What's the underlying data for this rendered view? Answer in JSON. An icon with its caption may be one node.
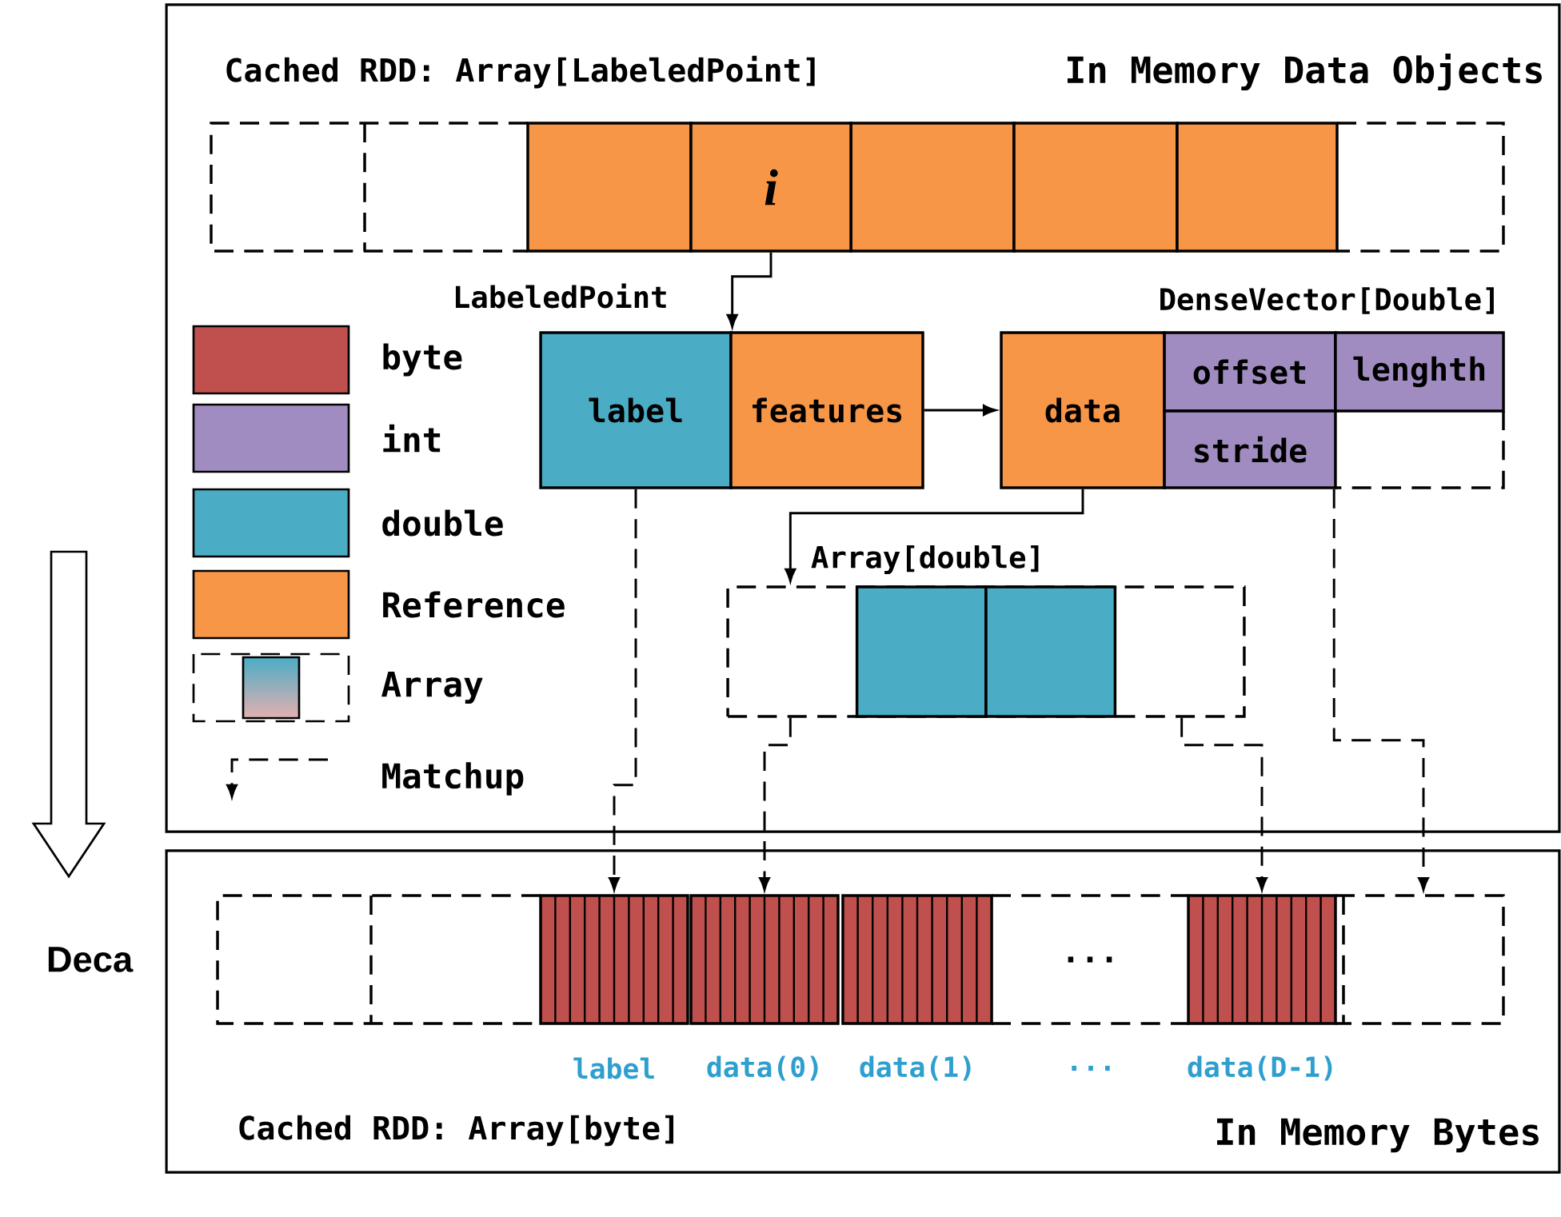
{
  "diagram": {
    "nodes": [
      {
        "text": [
          "Cached RDD: Array[LabeledPoint]",
          "In Memory Data Objects"
        ]
      },
      {
        "text": [
          "i"
        ],
        "in": 0
      },
      {
        "text": [
          "label"
        ],
        "in": 0
      },
      {
        "text": [
          "features"
        ],
        "in": 0
      },
      {
        "text": [
          "data"
        ],
        "in": 0
      },
      {
        "text": [
          "offset"
        ],
        "in": 0
      },
      {
        "text": [
          "lenghth"
        ],
        "in": 0
      },
      {
        "text": [
          "stride"
        ],
        "in": 0
      },
      {
        "text": [],
        "shape": "box",
        "in": 0
      },
      {
        "text": [
          "Array[double]"
        ],
        "in": 0
      },
      {
        "text": [
          "Cached RDD: Array[byte]",
          "In Memory Bytes"
        ]
      },
      {
        "text": [],
        "shape": "box",
        "in": 10,
        "beside": [
          "label"
        ]
      },
      {
        "text": [],
        "shape": "box",
        "in": 10,
        "beside": [
          "data(0)"
        ]
      },
      {
        "text": [],
        "shape": "box",
        "in": 10,
        "beside": [
          "data(1)"
        ]
      },
      {
        "text": [
          "..."
        ],
        "in": 10
      },
      {
        "text": [],
        "shape": "box",
        "in": 10,
        "beside": [
          "data(D-1)"
        ]
      },
      {
        "text": [],
        "shape": "box",
        "in": 10
      }
    ],
    "edges": [
      {
        "from": 1,
        "to": 2,
        "arrow": "to"
      },
      {
        "from": 3,
        "to": 4,
        "arrow": "to"
      },
      {
        "from": 4,
        "to": 9,
        "arrow": "to"
      },
      {
        "from": 2,
        "to": 11,
        "arrow": "to",
        "style": "dashed"
      },
      {
        "from": 9,
        "to": 12,
        "arrow": "to",
        "style": "dashed"
      },
      {
        "from": 9,
        "to": 15,
        "arrow": "to",
        "style": "dashed"
      },
      {
        "from": 8,
        "to": 16,
        "arrow": "to",
        "style": "dashed"
      }
    ],
    "labels": [
      "LabeledPoint",
      "DenseVector[Double]",
      "Deca",
      "..."
    ],
    "legend": [
      {
        "text": "byte",
        "color": "#c0504d"
      },
      {
        "text": "int",
        "color": "#a08cc0"
      },
      {
        "text": "double",
        "color": "#4bacc6"
      },
      {
        "text": "Reference",
        "color": "#f79646"
      },
      {
        "text": "Array"
      },
      {
        "text": "Matchup"
      }
    ]
  }
}
